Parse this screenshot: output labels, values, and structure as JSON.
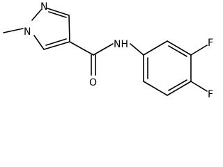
{
  "molecule": {
    "atoms": {
      "pyrazole_n1": "N",
      "pyrazole_n2": "N",
      "amide_nh": "NH",
      "amide_o": "O",
      "fluorine_3": "F",
      "fluorine_4": "F"
    }
  },
  "colors": {
    "bond": "#000000",
    "background": "#ffffff"
  }
}
